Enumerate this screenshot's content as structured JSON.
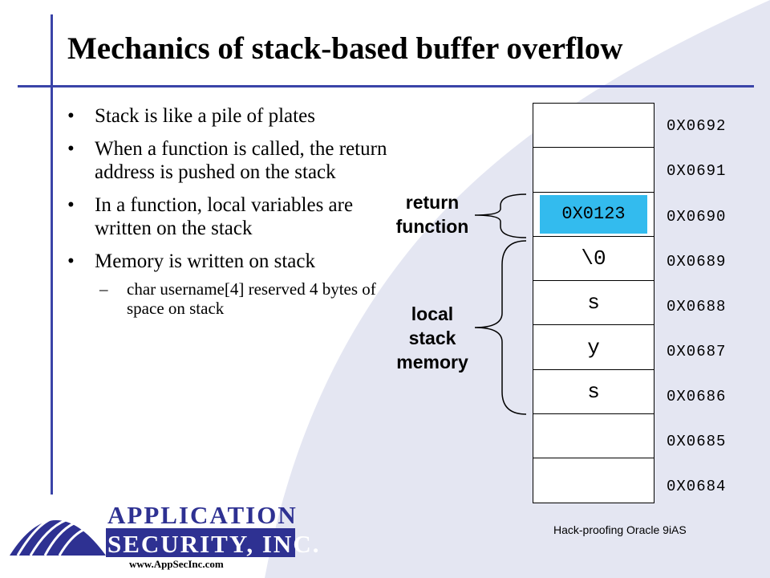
{
  "title": "Mechanics of stack-based buffer overflow",
  "bullets": [
    "Stack is like a pile of plates",
    "When a function is called, the return address is pushed on the stack",
    "In a function, local variables are written on the stack",
    "Memory is written on stack"
  ],
  "sub_bullet": "char username[4] reserved 4 bytes of space on stack",
  "stack": {
    "cells": [
      "",
      "",
      "0X0123",
      "\\0",
      "s",
      "y",
      "s",
      "",
      ""
    ],
    "addresses": [
      "0X0692",
      "0X0691",
      "0X0690",
      "0X0689",
      "0X0688",
      "0X0687",
      "0X0686",
      "0X0685",
      "0X0684"
    ],
    "highlight_color": "#33bbee"
  },
  "labels": {
    "return_function": [
      "return",
      "function"
    ],
    "local_stack_memory": [
      "local",
      "stack",
      "memory"
    ]
  },
  "logo": {
    "line1": "APPLICATION",
    "line2": "SECURITY, INC.",
    "url": "www.AppSecInc.com"
  },
  "footer": "Hack-proofing Oracle 9iAS",
  "colors": {
    "accent": "#3a44a8",
    "background_shape": "#e4e6f2",
    "logo": "#2e3192"
  }
}
